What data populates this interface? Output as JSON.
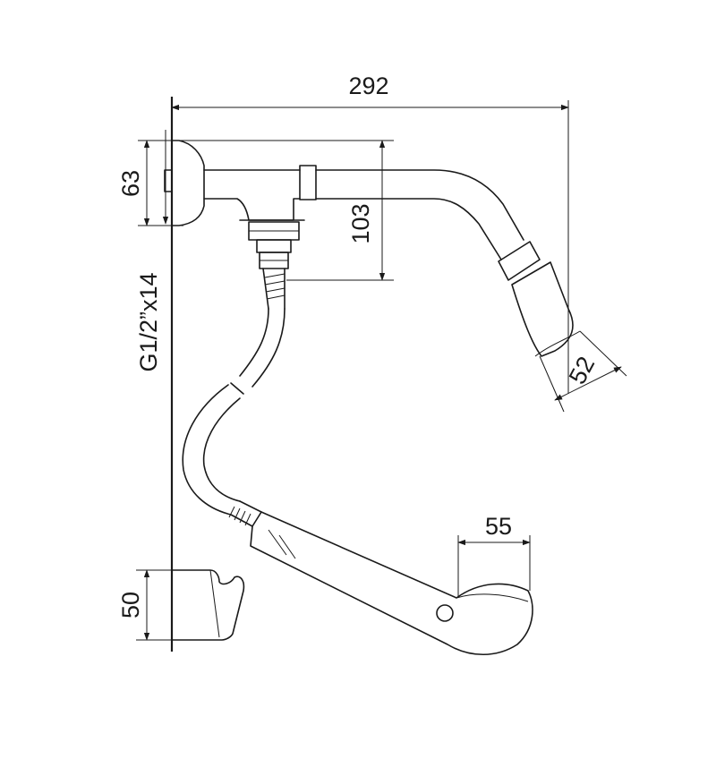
{
  "dimensions": {
    "overall_width": "292",
    "head_height": "63",
    "outlet_drop": "103",
    "thread": "G1/2”x14",
    "shower_head": "52",
    "handle_width": "55",
    "holder_height": "50"
  },
  "colors": {
    "line": "#1a1a1a",
    "background": "#ffffff"
  }
}
